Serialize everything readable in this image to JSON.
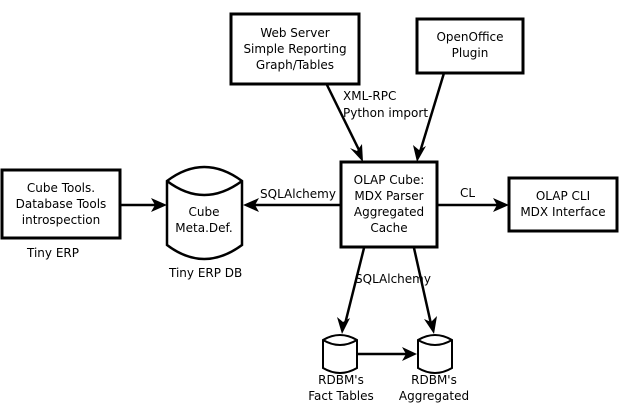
{
  "diagram": {
    "nodes": {
      "web_server": {
        "lines": [
          "Web Server",
          "Simple Reporting",
          "Graph/Tables"
        ],
        "shape": "box"
      },
      "openoffice": {
        "lines": [
          "OpenOffice",
          "Plugin"
        ],
        "shape": "box"
      },
      "cube_tools": {
        "lines": [
          "Cube Tools.",
          "Database Tools",
          "introspection"
        ],
        "caption": "Tiny ERP",
        "shape": "box"
      },
      "cube_meta": {
        "lines": [
          "Cube",
          "Meta.Def."
        ],
        "caption": "Tiny ERP DB",
        "shape": "cylinder"
      },
      "olap_cube": {
        "lines": [
          "OLAP Cube:",
          "MDX Parser",
          "Aggregated",
          "Cache"
        ],
        "shape": "box"
      },
      "olap_cli": {
        "lines": [
          "OLAP CLI",
          "MDX Interface"
        ],
        "shape": "box"
      },
      "rdbm_fact": {
        "lines": [
          "RDBM's",
          "Fact Tables"
        ],
        "shape": "cylinder"
      },
      "rdbm_agg": {
        "lines": [
          "RDBM's",
          "Aggregated"
        ],
        "shape": "cylinder"
      }
    },
    "edges": [
      {
        "from": "web_server",
        "to": "olap_cube",
        "label": ""
      },
      {
        "from": "openoffice",
        "to": "olap_cube",
        "label": ""
      },
      {
        "from": "cube_tools",
        "to": "cube_meta",
        "label": ""
      },
      {
        "from": "olap_cube",
        "to": "cube_meta",
        "label": "SQLAlchemy"
      },
      {
        "from": "olap_cube",
        "to": "olap_cli",
        "label": "CL"
      },
      {
        "from": "olap_cube",
        "to": "rdbm_fact",
        "label": "SQLAlchemy"
      },
      {
        "from": "olap_cube",
        "to": "rdbm_agg",
        "label": "SQLAlchemy"
      },
      {
        "from": "rdbm_fact",
        "to": "rdbm_agg",
        "label": ""
      }
    ],
    "edge_labels": {
      "top_inputs": [
        "XML-RPC",
        "Python import"
      ],
      "left": "SQLAlchemy",
      "right": "CL",
      "bottom": "SQLAlchemy"
    }
  }
}
